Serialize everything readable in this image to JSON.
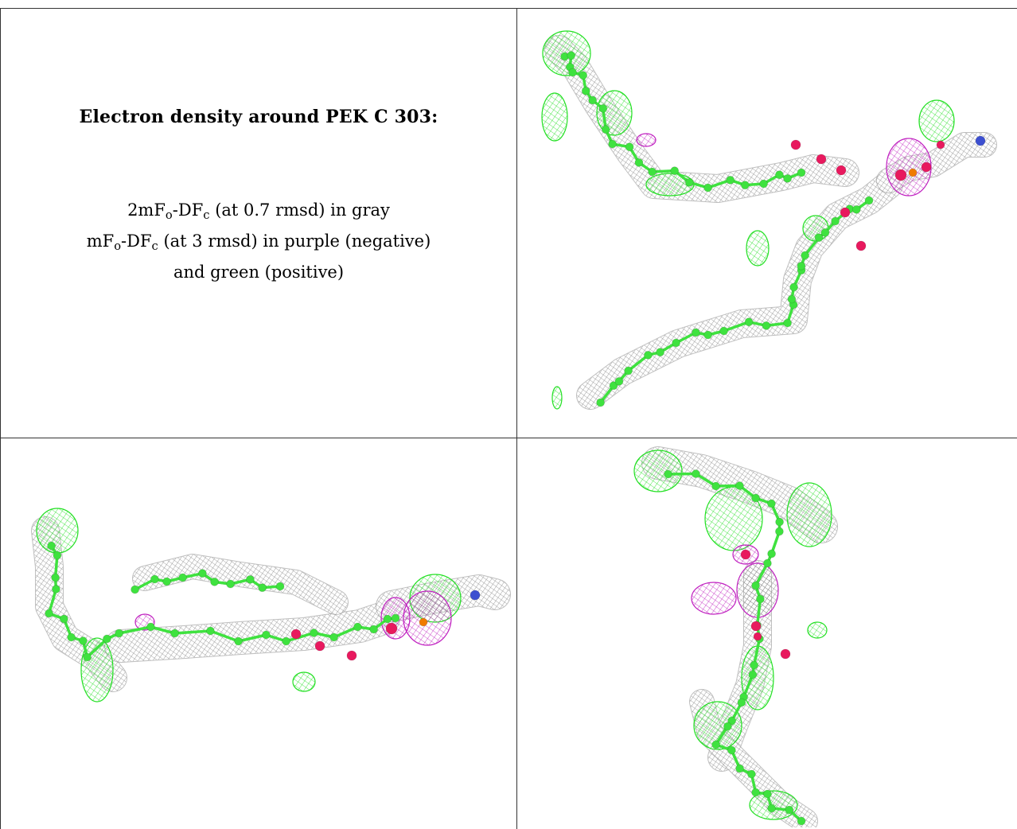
{
  "figure": {
    "caption": {
      "title": "Electron density around PEK C 303:",
      "lines": [
        {
          "pre": "2mF",
          "sub1": "o",
          "mid": "-DF",
          "sub2": "c",
          "post": " (at 0.7 rmsd) in gray"
        },
        {
          "pre": "mF",
          "sub1": "o",
          "mid": "-DF",
          "sub2": "c",
          "post": " (at 3 rmsd) in purple (negative)"
        },
        {
          "plain": "and green (positive)"
        }
      ]
    },
    "colors": {
      "density_2fofc": "#8a8a8a",
      "density_positive": "#22e022",
      "density_negative": "#c020c0",
      "carbon": "#3fe23f",
      "oxygen": "#e8195e",
      "nitrogen": "#3c4fd0",
      "phosphorus": "#f07b00"
    },
    "panels": [
      {
        "name": "view-top-right",
        "description_icon": "molecule-density-icon"
      },
      {
        "name": "view-bottom-left",
        "description_icon": "molecule-density-icon"
      },
      {
        "name": "view-bottom-right",
        "description_icon": "molecule-density-icon"
      }
    ]
  }
}
